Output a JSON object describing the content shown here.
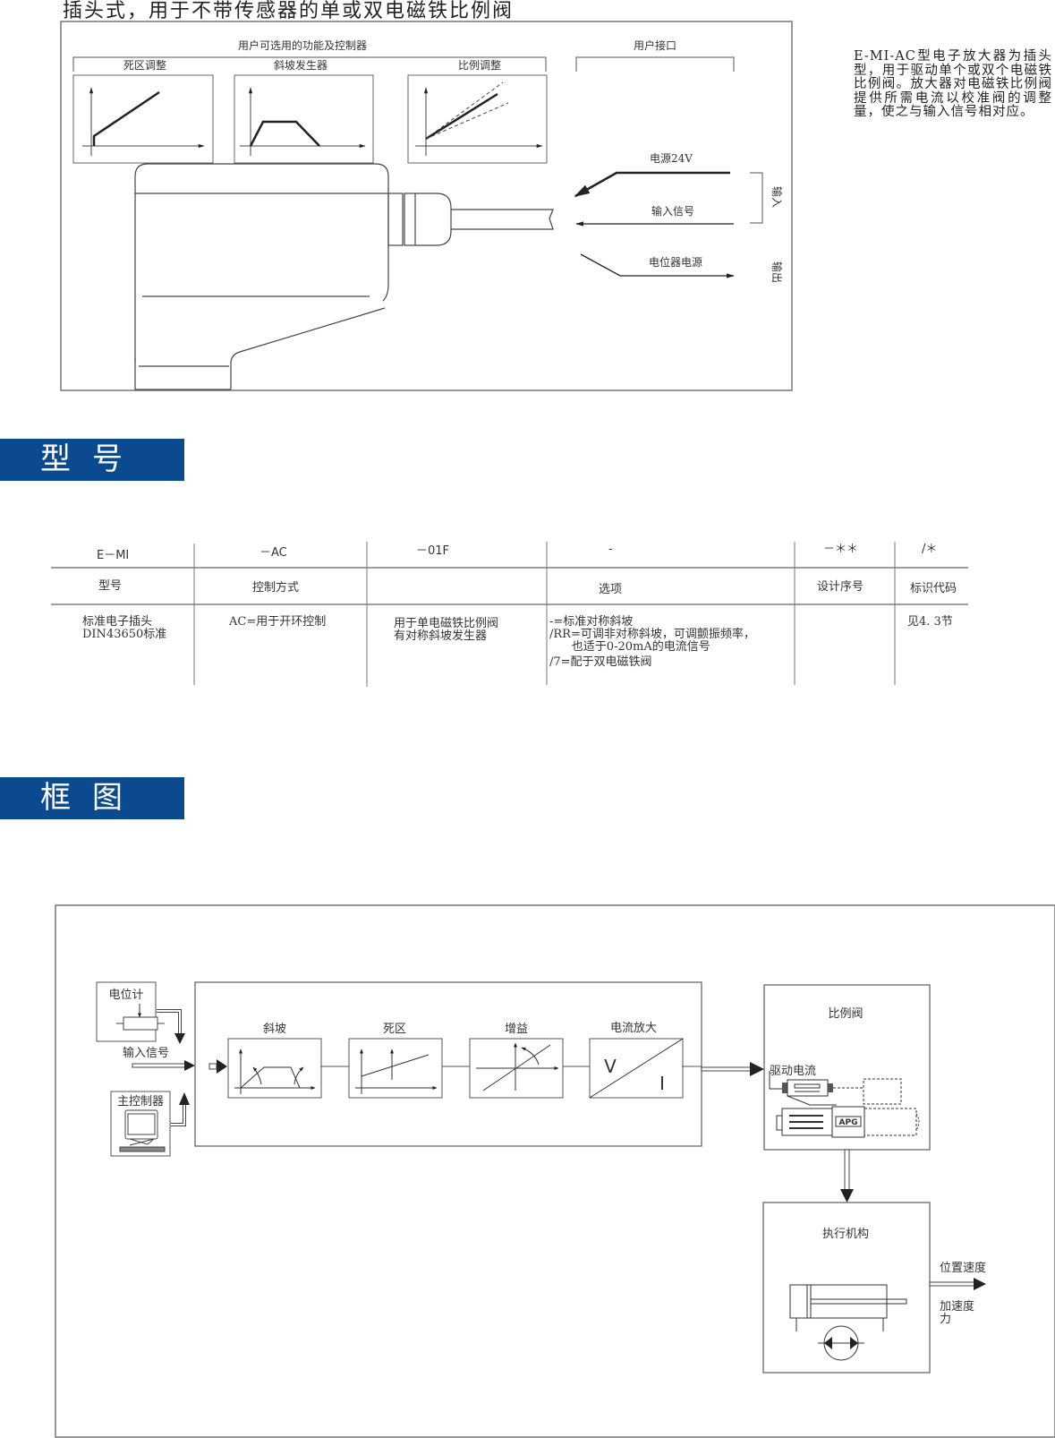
{
  "header": {
    "title": "插头式，用于不带传感器的单或双电磁铁比例阀"
  },
  "overview": {
    "functions_label": "用户可选用的功能及控制器",
    "interface_label": "用户接口",
    "panels": [
      {
        "label": "死区调整",
        "graph": "deadband"
      },
      {
        "label": "斜坡发生器",
        "graph": "ramp"
      },
      {
        "label": "比例调整",
        "graph": "gain"
      }
    ],
    "signals": {
      "power": "电源24V",
      "input_signal": "输入信号",
      "pot_power": "电位器电源",
      "input_group": "输入",
      "output_group": "输出"
    }
  },
  "description": "E-MI-AC型电子放大器为插头型，用于驱动单个或双个电磁铁比例阀。放大器对电磁铁比例阀提供所需电流以校准阀的调整量，使之与输入信号相对应。",
  "sections": {
    "model": "型号",
    "block_diagram": "框图"
  },
  "model_table": {
    "codes": [
      "E－MI",
      "－AC",
      "－01F",
      "-",
      "－＊＊",
      "/＊"
    ],
    "headers": [
      "型号",
      "控制方式",
      "",
      "选项",
      "设计序号",
      "标识代码"
    ],
    "details": [
      [
        "标准电子插头",
        "DIN43650标准"
      ],
      [
        "AC=用于开环控制"
      ],
      [
        "用于单电磁铁比例阀",
        "有对称斜坡发生器"
      ],
      [
        "-=标准对称斜坡",
        "/RR=可调非对称斜坡，可调颤振频率，",
        "      也适于0-20mA的电流信号",
        "/7=配于双电磁铁阀"
      ],
      [],
      [
        "见4. 3节"
      ]
    ]
  },
  "block_diagram": {
    "potentiometer": "电位计",
    "input_signal": "输入信号",
    "main_controller": "主控制器",
    "stages": [
      "斜坡",
      "死区",
      "增益",
      "电流放大"
    ],
    "v_label": "V",
    "i_label": "I",
    "valve": "比例阀",
    "drive_current": "驱动电流",
    "valve_brand": "APG",
    "actuator": "执行机构",
    "outputs": [
      "位置速度",
      "加速度",
      "力"
    ]
  }
}
